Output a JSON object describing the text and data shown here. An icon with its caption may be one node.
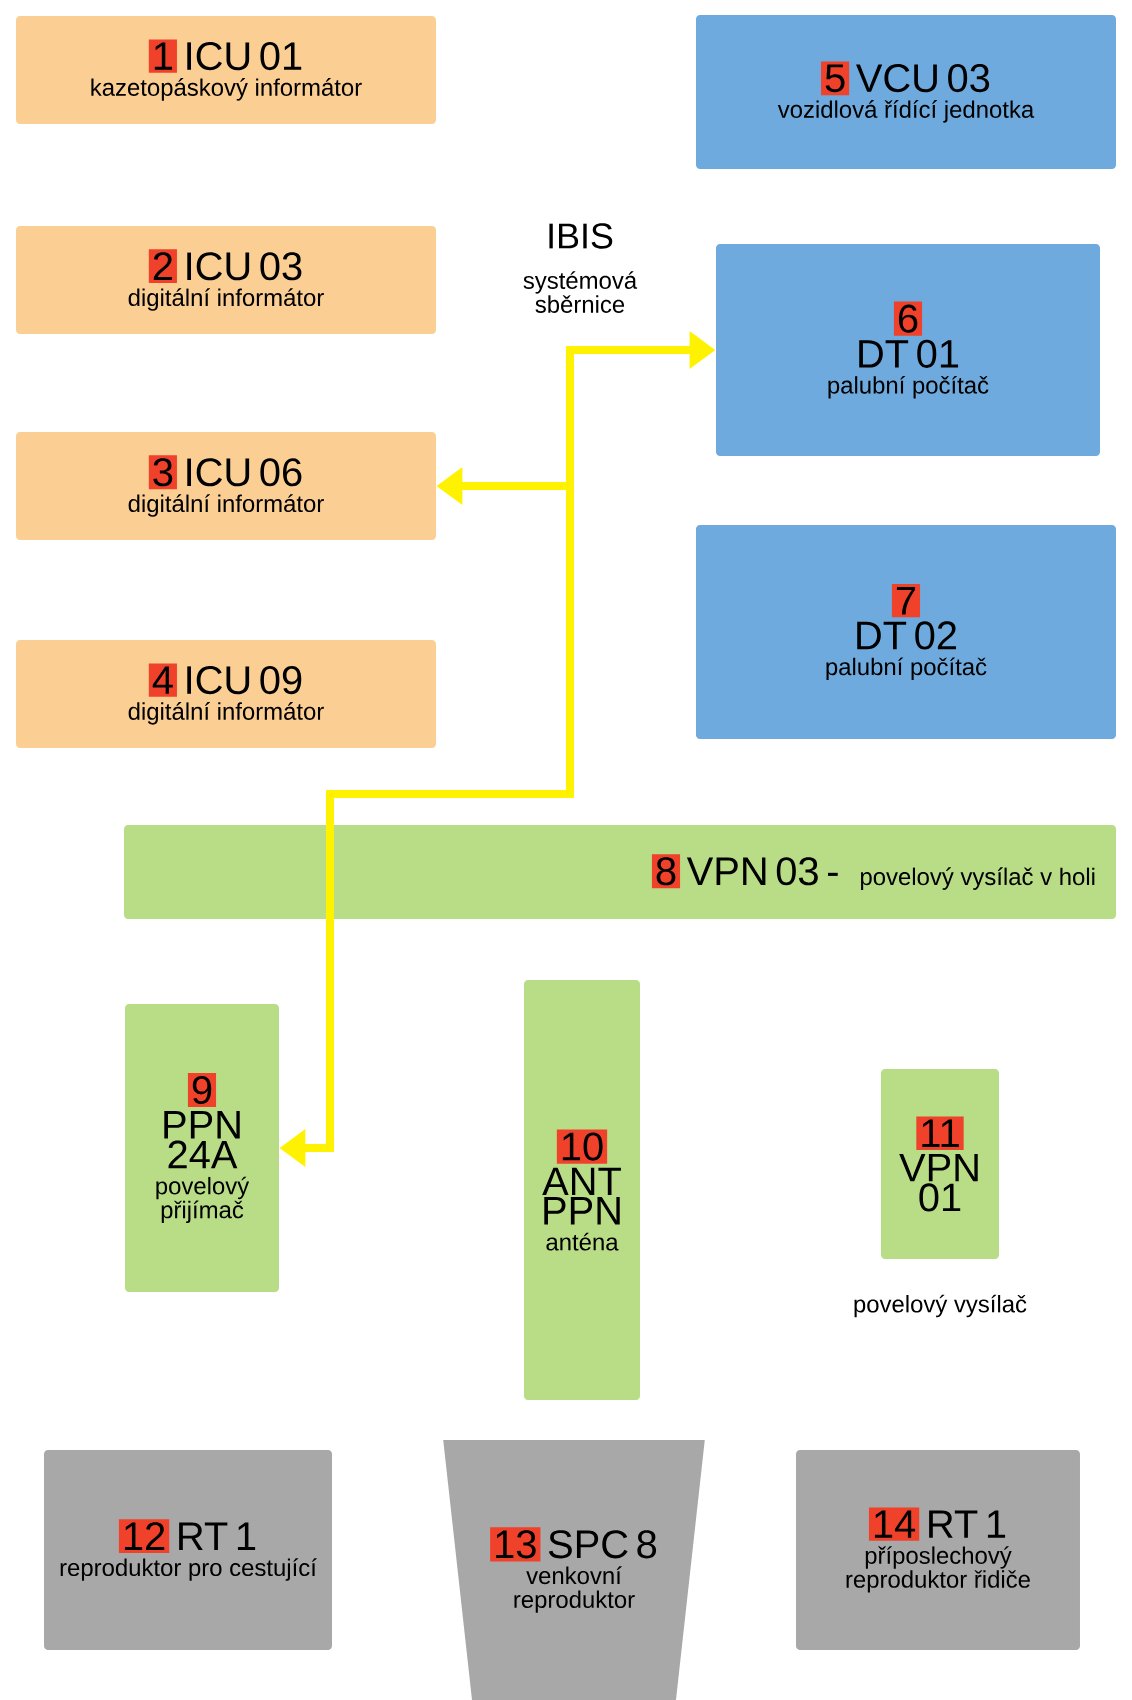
{
  "diagram": {
    "nodes": [
      {
        "text": [
          "1",
          "ICU 01",
          "kazetopáskový informátor"
        ]
      },
      {
        "text": [
          "2",
          "ICU 03",
          "digitální informátor"
        ]
      },
      {
        "text": [
          "3",
          "ICU 06",
          "digitální informátor"
        ]
      },
      {
        "text": [
          "4",
          "ICU 09",
          "digitální informátor"
        ]
      },
      {
        "text": [
          "5",
          "VCU 03",
          "vozidlová řídící jednotka"
        ]
      },
      {
        "text": [
          "6",
          "DT 01",
          "palubní počítač"
        ]
      },
      {
        "text": [
          "7",
          "DT 02",
          "palubní počítač"
        ]
      },
      {
        "text": [
          "8",
          "VPN 03 -",
          "povelový vysílač v holi"
        ]
      },
      {
        "text": [
          "9",
          "PPN 24A",
          "povelový přijímač"
        ]
      },
      {
        "text": [
          "10",
          "ANT PPN",
          "anténa"
        ]
      },
      {
        "text": [
          "11",
          "VPN 01"
        ],
        "beside": [
          "povelový vysílač"
        ]
      },
      {
        "text": [
          "12",
          "RT 1",
          "reproduktor pro cestující"
        ]
      },
      {
        "text": [
          "13",
          "SPC 8",
          "venkovní reproduktor"
        ]
      },
      {
        "text": [
          "14",
          "RT 1",
          "příposlechový reproduktor řidiče"
        ]
      }
    ],
    "edges": [
      {
        "from": null,
        "to": 5,
        "arrow": "to"
      },
      {
        "from": null,
        "to": 2,
        "arrow": "to"
      },
      {
        "from": null,
        "to": 8,
        "arrow": "to"
      }
    ],
    "labels": [
      "IBIS",
      "systémová sběrnice"
    ]
  }
}
